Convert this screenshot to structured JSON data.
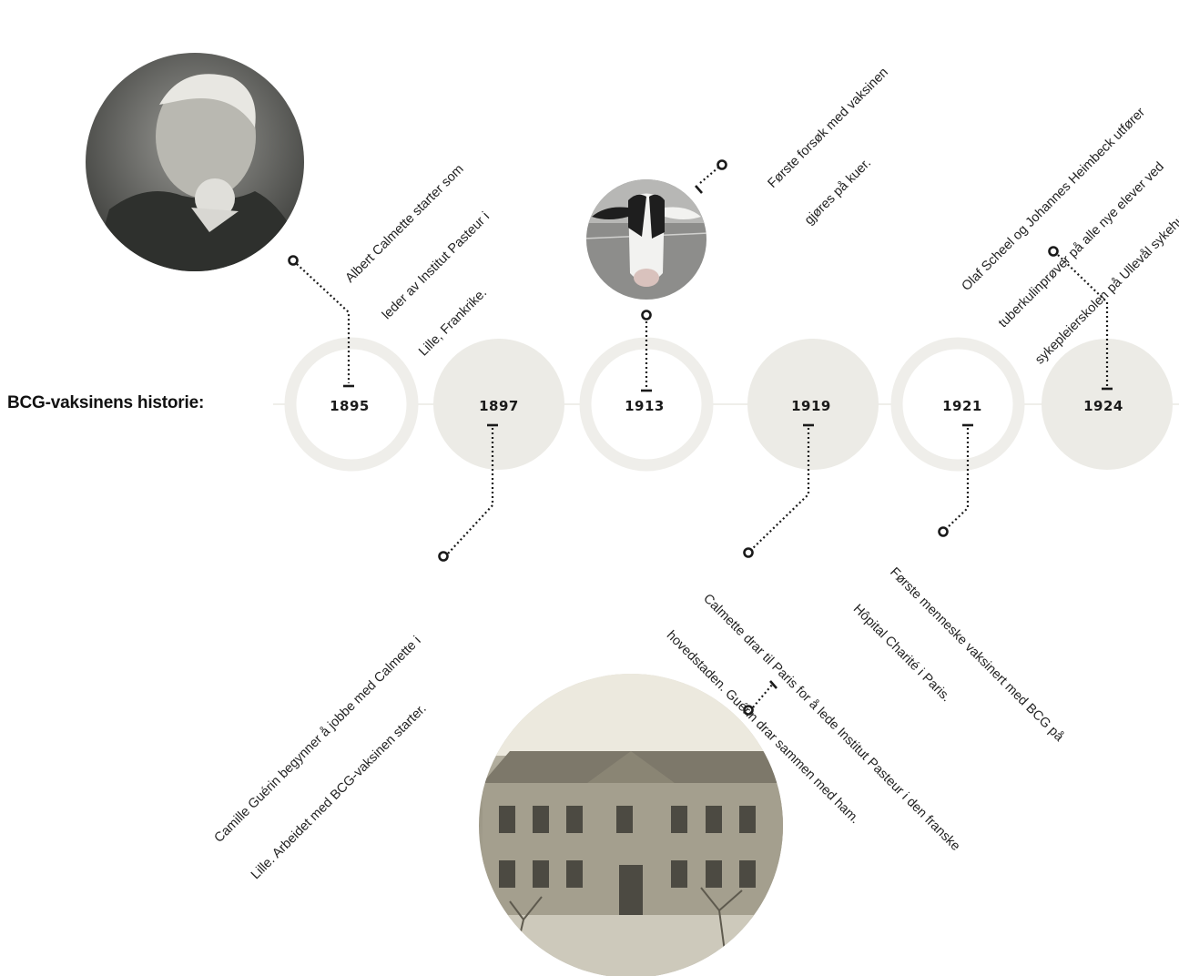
{
  "title": "BCG-vaksinens historie:",
  "colors": {
    "ring": "#efeeea",
    "filled": "#ecebe6",
    "connector": "#1a1a1a",
    "background": "#ffffff"
  },
  "years": [
    "1895",
    "1897",
    "1913",
    "1919",
    "1921",
    "1924"
  ],
  "events": {
    "e1895": {
      "lines": [
        "Albert Calmette starter som",
        "leder av Institut Pasteur i",
        "Lille, Frankrike."
      ]
    },
    "e1897": {
      "lines": [
        "Camille Guérin begynner å jobbe med Calmette i",
        "Lille. Arbeidet med BCG-vaksinen starter."
      ]
    },
    "e1913": {
      "lines": [
        "Første forsøk med vaksinen",
        "gjøres på kuer."
      ]
    },
    "e1919": {
      "lines": [
        "Calmette drar til Paris for å lede Institut Pasteur i den franske",
        "hovedstaden. Guérin drar sammen med ham."
      ]
    },
    "e1921": {
      "lines": [
        "Første menneske vaksinert med BCG på",
        "Hôpital Charité i Paris."
      ]
    },
    "e1924": {
      "lines": [
        "Olaf Scheel og Johannes Heimbeck utfører",
        "tuberkulinprøver på alle nye elever ved",
        "sykepleierskolen på Ullevål sykehus."
      ]
    }
  },
  "photos": [
    "portrait",
    "cow",
    "building"
  ]
}
